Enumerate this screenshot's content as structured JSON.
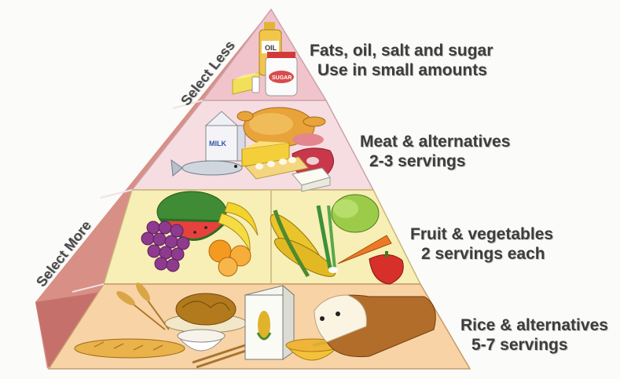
{
  "pyramid": {
    "side_labels": {
      "select_less": "Select Less",
      "select_more": "Select More"
    },
    "tiers": [
      {
        "title": "Fats, oil, salt and sugar",
        "subtitle": "Use in small amounts",
        "color": "#f2c6cf"
      },
      {
        "title": "Meat & alternatives",
        "subtitle": "2-3 servings",
        "color": "#f6dbe0"
      },
      {
        "title": "Fruit & vegetables",
        "subtitle": "2 servings each",
        "color": "#f7f0b7"
      },
      {
        "title": "Rice & alternatives",
        "subtitle": "5-7 servings",
        "color": "#f8d4a8"
      }
    ],
    "food_labels": {
      "oil": "OIL",
      "sugar": "SUGAR",
      "milk": "MILK"
    }
  }
}
